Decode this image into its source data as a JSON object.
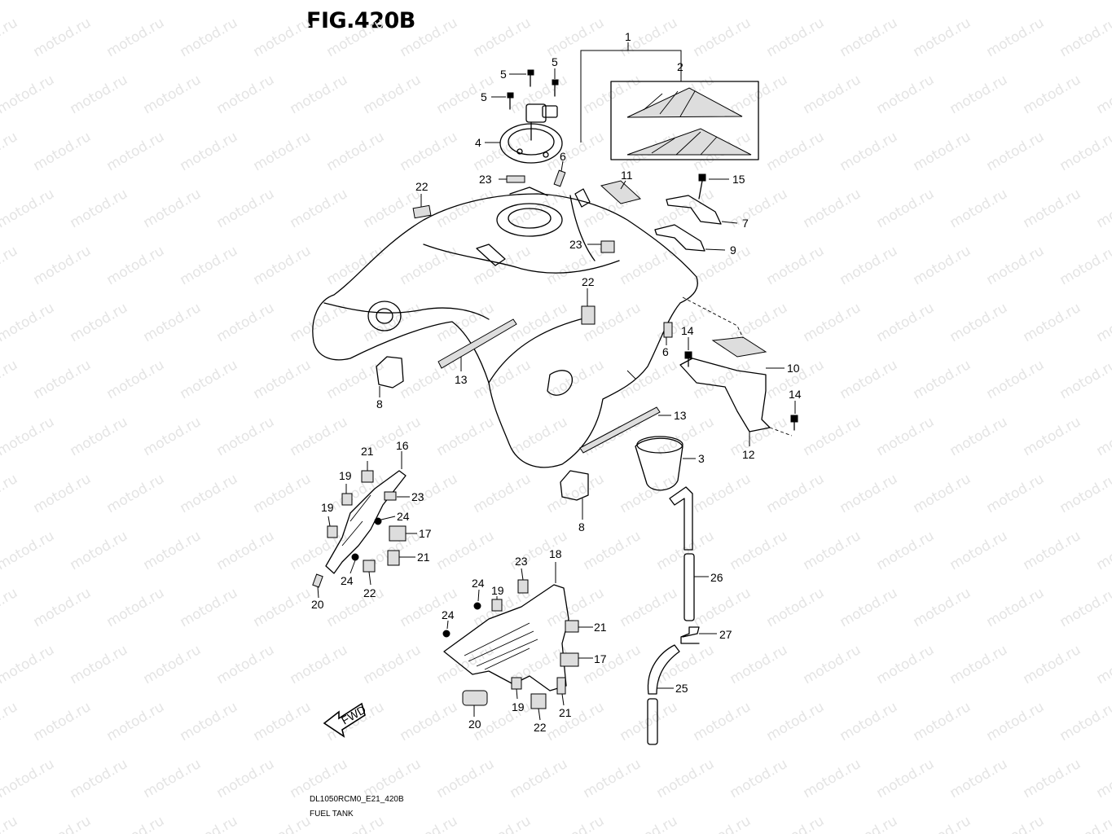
{
  "figure": {
    "title": "FIG.420B",
    "code": "DL1050RCM0_E21_420B",
    "name": "FUEL TANK"
  },
  "watermark": "motod.ru",
  "fwd_label": "FWD",
  "callouts": {
    "c1": "1",
    "c2": "2",
    "c3": "3",
    "c4": "4",
    "c5a": "5",
    "c5b": "5",
    "c5c": "5",
    "c6a": "6",
    "c6b": "6",
    "c7": "7",
    "c8a": "8",
    "c8b": "8",
    "c9": "9",
    "c10": "10",
    "c11": "11",
    "c12": "12",
    "c13a": "13",
    "c13b": "13",
    "c14a": "14",
    "c14b": "14",
    "c15": "15",
    "c16": "16",
    "c17a": "17",
    "c17b": "17",
    "c18": "18",
    "c19a": "19",
    "c19b": "19",
    "c19c": "19",
    "c19d": "19",
    "c20a": "20",
    "c20b": "20",
    "c21a": "21",
    "c21b": "21",
    "c21c": "21",
    "c21d": "21",
    "c22a": "22",
    "c22b": "22",
    "c22c": "22",
    "c22d": "22",
    "c23a": "23",
    "c23b": "23",
    "c23c": "23",
    "c23d": "23",
    "c24a": "24",
    "c24b": "24",
    "c24c": "24",
    "c24d": "24",
    "c25": "25",
    "c26": "26",
    "c27": "27"
  }
}
